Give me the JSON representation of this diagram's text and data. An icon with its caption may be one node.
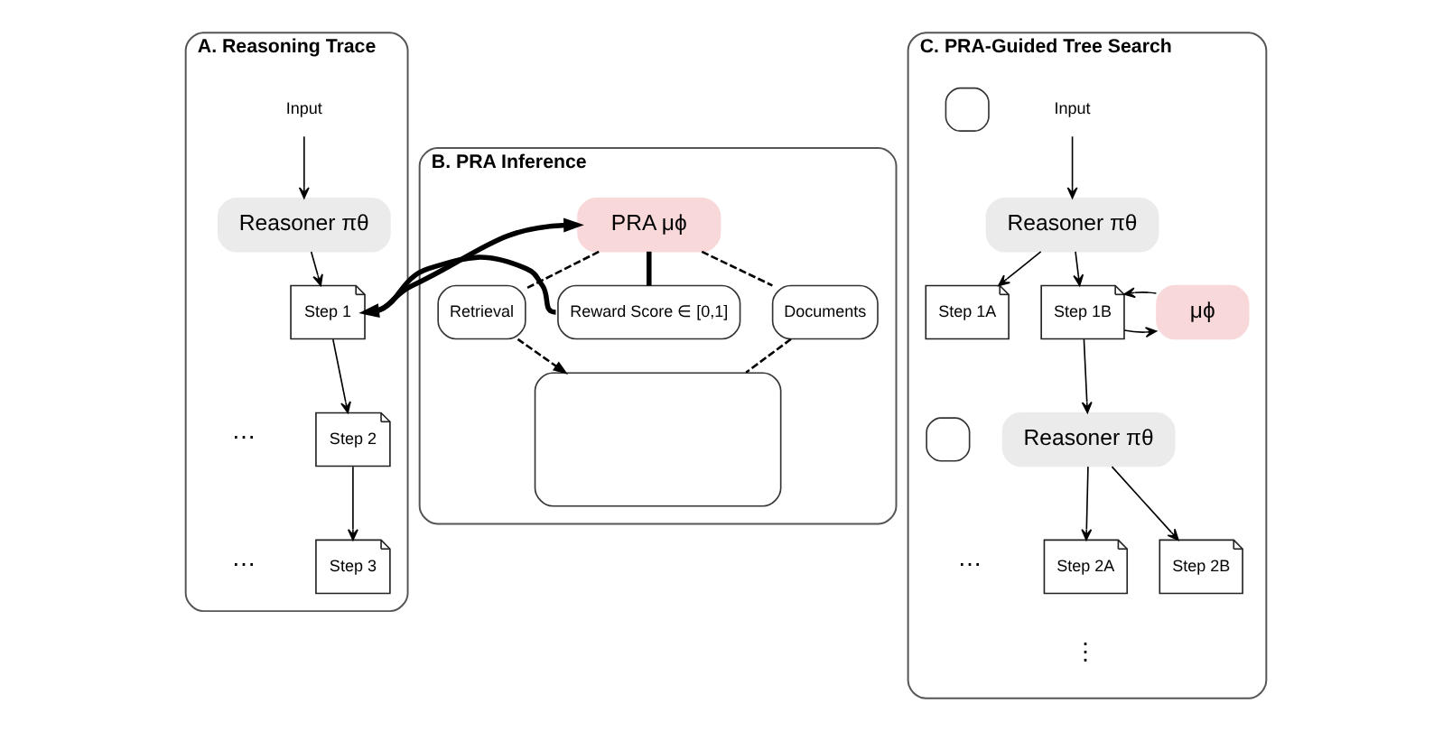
{
  "diagram": {
    "nodes": [
      {
        "text": [
          "A. Reasoning Trace"
        ]
      },
      {
        "text": [
          "Input"
        ],
        "in": 0
      },
      {
        "text": [
          "Reasoner πθ"
        ],
        "in": 0
      },
      {
        "text": [
          "Step 1"
        ],
        "in": 0
      },
      {
        "text": [
          "Step 2"
        ],
        "in": 0
      },
      {
        "text": [
          "Step 3"
        ],
        "in": 0
      },
      {
        "text": [
          "B. PRA Inference"
        ]
      },
      {
        "text": [
          "PRA μϕ"
        ],
        "in": 6
      },
      {
        "text": [
          "Retrieval"
        ],
        "in": 6
      },
      {
        "text": [
          "Reward Score ∈ [0,1]"
        ],
        "in": 6
      },
      {
        "text": [
          "Documents"
        ],
        "in": 6
      },
      {
        "text": [],
        "shape": "box",
        "in": 6
      },
      {
        "text": [
          "C. PRA-Guided Tree Search"
        ]
      },
      {
        "text": [
          "Input"
        ],
        "in": 12
      },
      {
        "text": [
          "Reasoner πθ"
        ],
        "in": 12
      },
      {
        "text": [
          "Step 1A"
        ],
        "in": 12
      },
      {
        "text": [
          "Step 1B"
        ],
        "in": 12
      },
      {
        "text": [
          "μϕ"
        ],
        "in": 12
      },
      {
        "text": [],
        "shape": "box",
        "in": 12
      },
      {
        "text": [],
        "shape": "box",
        "in": 12
      },
      {
        "text": [
          "Reasoner πθ"
        ],
        "in": 12
      },
      {
        "text": [
          "Step 2A"
        ],
        "in": 12
      },
      {
        "text": [
          "Step 2B"
        ],
        "in": 12
      }
    ],
    "edges": [
      {
        "from": 1,
        "to": 2,
        "arrow": "to"
      },
      {
        "from": 2,
        "to": 3,
        "arrow": "to"
      },
      {
        "from": 3,
        "to": 4,
        "arrow": "to"
      },
      {
        "from": 4,
        "to": 5,
        "arrow": "to"
      },
      {
        "from": 3,
        "to": 7,
        "arrow": "to",
        "style": "thick"
      },
      {
        "from": 7,
        "to": 9,
        "arrow": "none",
        "style": "thick"
      },
      {
        "from": 9,
        "to": 3,
        "arrow": "to",
        "style": "thick"
      },
      {
        "from": 7,
        "to": 8,
        "arrow": "none",
        "style": "dashed"
      },
      {
        "from": 8,
        "to": 11,
        "arrow": "to",
        "style": "dashed"
      },
      {
        "from": 7,
        "to": 10,
        "arrow": "none",
        "style": "dashed"
      },
      {
        "from": 10,
        "to": 11,
        "arrow": "none",
        "style": "dashed"
      },
      {
        "from": 13,
        "to": 14,
        "arrow": "to"
      },
      {
        "from": 14,
        "to": 15,
        "arrow": "to"
      },
      {
        "from": 14,
        "to": 16,
        "arrow": "to"
      },
      {
        "from": 16,
        "to": 17,
        "arrow": "to"
      },
      {
        "from": 17,
        "to": 16,
        "arrow": "to"
      },
      {
        "from": 16,
        "to": 20,
        "arrow": "to"
      },
      {
        "from": 20,
        "to": 21,
        "arrow": "to"
      },
      {
        "from": 20,
        "to": 22,
        "arrow": "to"
      }
    ],
    "labels": [
      "⋯",
      "⋯",
      "⋯",
      "⋮"
    ]
  }
}
